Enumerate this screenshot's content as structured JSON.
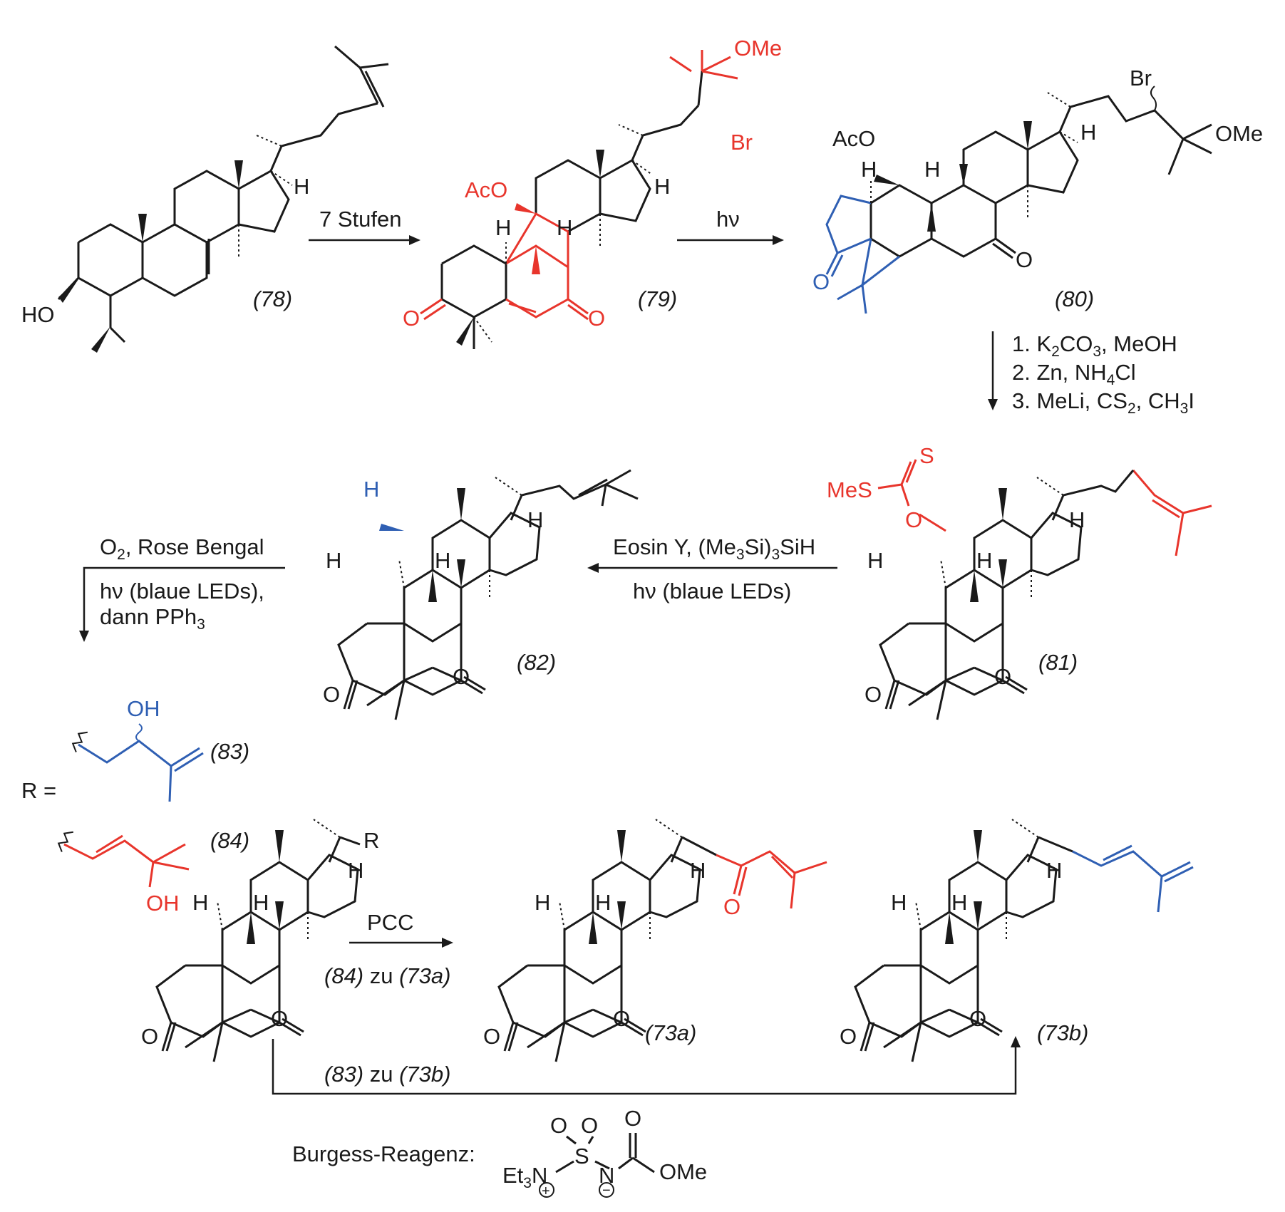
{
  "colors": {
    "black": "#1a1a1a",
    "red": "#e8352c",
    "blue": "#2f5fb3"
  },
  "compounds": {
    "c78": {
      "label": "(78)",
      "HO": "HO",
      "H": "H"
    },
    "c79": {
      "label": "(79)",
      "OMe": "OMe",
      "Br": "Br",
      "AcO": "AcO",
      "H": "H",
      "O": "O"
    },
    "c80": {
      "label": "(80)",
      "Br": "Br",
      "OMe": "OMe",
      "AcO": "AcO",
      "H": "H",
      "O": "O"
    },
    "c81": {
      "label": "(81)",
      "S": "S",
      "MeS": "MeS",
      "O": "O",
      "H": "H"
    },
    "c82": {
      "label": "(82)",
      "H": "H",
      "O": "O"
    },
    "c83": {
      "label": "(83)",
      "OH": "OH"
    },
    "c84": {
      "label": "(84)",
      "OH": "OH"
    },
    "precursor": {
      "R": "R",
      "H": "H",
      "O": "O"
    },
    "c73a": {
      "label": "(73a)",
      "H": "H",
      "O": "O"
    },
    "c73b": {
      "label": "(73b)",
      "H": "H",
      "O": "O"
    }
  },
  "r_definition": "R =",
  "reactions": {
    "step1": "7 Stufen",
    "step2": "hν",
    "step3": {
      "line1": "1. K",
      "line1_sub": "2",
      "line1_b": "CO",
      "line1_sub2": "3",
      "line1_c": ", MeOH",
      "line2": "2. Zn, NH",
      "line2_sub": "4",
      "line2_b": "Cl",
      "line3": "3. MeLi, CS",
      "line3_sub": "2",
      "line3_b": ", CH",
      "line3_sub2": "3",
      "line3_c": "I"
    },
    "step4": {
      "line1": "Eosin Y, (Me",
      "line1_sub": "3",
      "line1_b": "Si)",
      "line1_sub2": "3",
      "line1_c": "SiH",
      "line2": "hν (blaue LEDs)"
    },
    "step5": {
      "line1": "O",
      "line1_sub": "2",
      "line1_b": ", Rose Bengal",
      "line2": "hν (blaue LEDs),",
      "line3": "dann PPh",
      "line3_sub": "3"
    },
    "step6": {
      "reagent": "PCC",
      "note_a": "(84)",
      "note_b": " zu ",
      "note_c": "(73a)"
    },
    "step7": {
      "note_a": "(83)",
      "note_b": " zu ",
      "note_c": "(73b)"
    }
  },
  "burgess": {
    "label": "Burgess-Reagenz:",
    "Et": "Et",
    "Et_sub": "3",
    "N": "N",
    "S": "S",
    "O": "O",
    "OMe": "OMe",
    "plus": "+",
    "minus": "−"
  }
}
